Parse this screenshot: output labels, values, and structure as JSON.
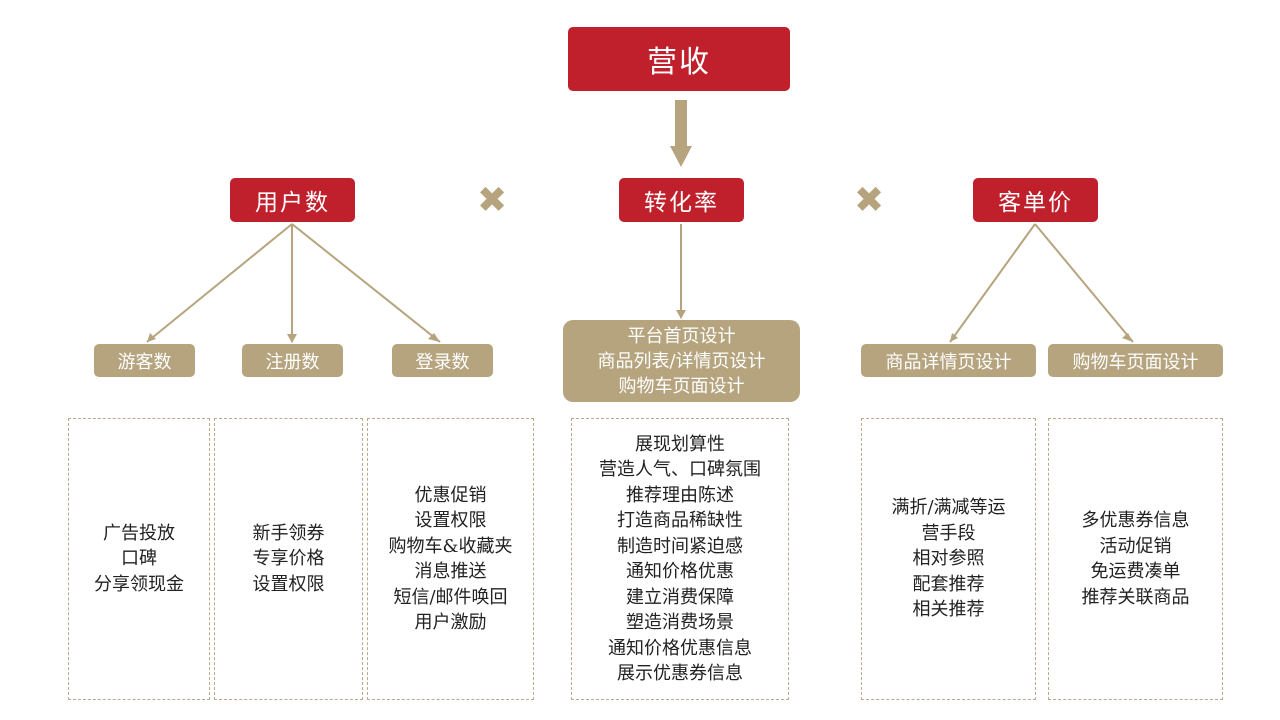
{
  "top": {
    "label": "营收"
  },
  "operator": "✖",
  "factors": {
    "users": "用户数",
    "conversion": "转化率",
    "avg_order": "客单价"
  },
  "sub": {
    "visitors": "游客数",
    "registered": "注册数",
    "logins": "登录数",
    "conversion_pages": [
      "平台首页设计",
      "商品列表/详情页设计",
      "购物车页面设计"
    ],
    "product_detail": "商品详情页设计",
    "cart_page": "购物车页面设计"
  },
  "details": {
    "visitors": [
      "广告投放",
      "口碑",
      "分享领现金"
    ],
    "registered": [
      "新手领券",
      "专享价格",
      "设置权限"
    ],
    "logins": [
      "优惠促销",
      "设置权限",
      "购物车&收藏夹",
      "消息推送",
      "短信/邮件唤回",
      "用户激励"
    ],
    "conversion": [
      "展现划算性",
      "营造人气、口碑氛围",
      "推荐理由陈述",
      "打造商品稀缺性",
      "制造时间紧迫感",
      "通知价格优惠",
      "建立消费保障",
      "塑造消费场景",
      "通知价格优惠信息",
      "展示优惠券信息"
    ],
    "product_detail": [
      "满折/满减等运",
      "营手段",
      "相对参照",
      "配套推荐",
      "相关推荐"
    ],
    "cart_page": [
      "多优惠券信息",
      "活动促销",
      "免运费凑单",
      "推荐关联商品"
    ]
  },
  "colors": {
    "red": "#c0202b",
    "tan": "#b5a47e",
    "dash": "#b8aa8a"
  }
}
